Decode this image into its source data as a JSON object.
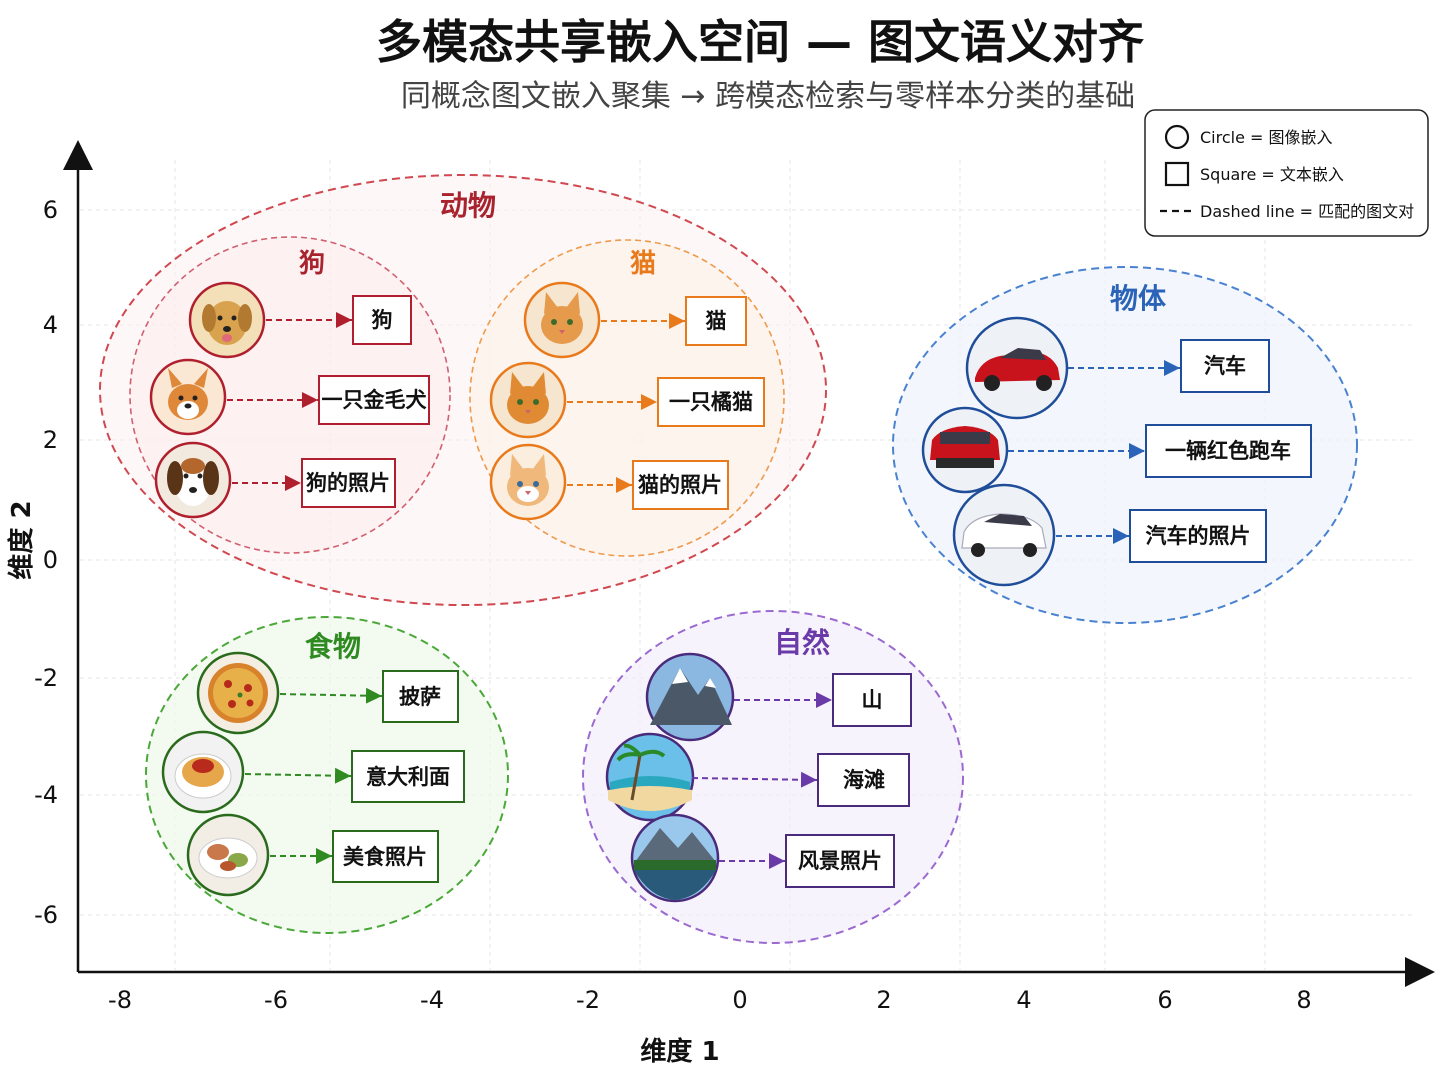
{
  "title": "多模态共享嵌入空间 — 图文语义对齐",
  "subtitle": "同概念图文嵌入聚集 → 跨模态检索与零样本分类的基础",
  "axes": {
    "x_label": "维度 1",
    "y_label": "维度 2",
    "x_ticks": [
      "-8",
      "-6",
      "-4",
      "-2",
      "0",
      "2",
      "4",
      "6",
      "8"
    ],
    "y_ticks": [
      "6",
      "4",
      "2",
      "0",
      "-2",
      "-4",
      "-6"
    ]
  },
  "legend": {
    "circle": "Circle = 图像嵌入",
    "square": "Square = 文本嵌入",
    "dashed": "Dashed line = 匹配的图文对"
  },
  "clusters": {
    "animals": {
      "label": "动物",
      "color": "#c8323c"
    },
    "dog": {
      "label": "狗",
      "color": "#b01f2e",
      "icons": [
        "dog-icon",
        "corgi-icon",
        "beagle-icon"
      ],
      "texts": [
        "狗",
        "一只金毛犬",
        "狗的照片"
      ]
    },
    "cat": {
      "label": "猫",
      "color": "#e87a1c",
      "icons": [
        "cat-icon",
        "cat-icon",
        "cat-icon"
      ],
      "texts": [
        "猫",
        "一只橘猫",
        "猫的照片"
      ]
    },
    "objects": {
      "label": "物体",
      "color": "#2a63b8",
      "icons": [
        "car-icon",
        "car-icon",
        "car-icon"
      ],
      "texts": [
        "汽车",
        "一辆红色跑车",
        "汽车的照片"
      ]
    },
    "food": {
      "label": "食物",
      "color": "#2f8a22",
      "icons": [
        "pizza-icon",
        "pasta-icon",
        "dish-icon"
      ],
      "texts": [
        "披萨",
        "意大利面",
        "美食照片"
      ]
    },
    "nature": {
      "label": "自然",
      "color": "#6a3aa8",
      "icons": [
        "mountain-icon",
        "beach-icon",
        "lake-icon"
      ],
      "texts": [
        "山",
        "海滩",
        "风景照片"
      ]
    }
  }
}
